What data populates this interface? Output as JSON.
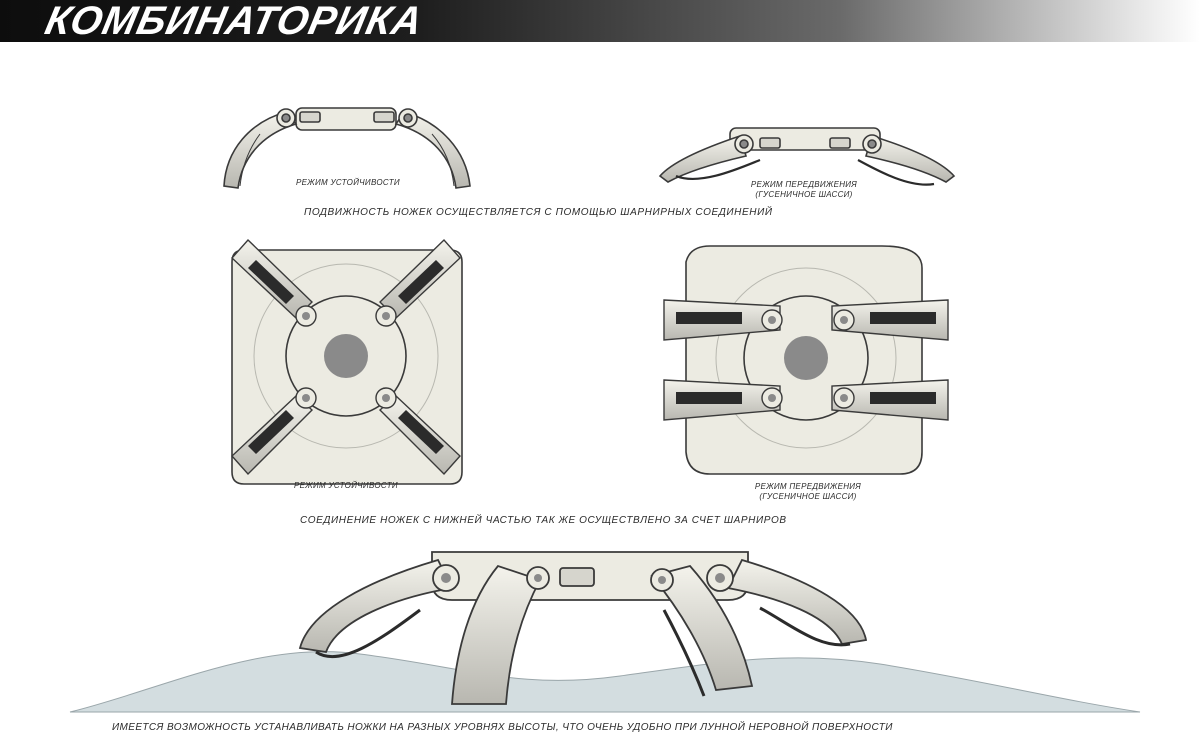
{
  "header": {
    "title": "КОМБИНАТОРИКА"
  },
  "top_row": {
    "left_label": "РЕЖИМ УСТОЙЧИВОСТИ",
    "right_label_line1": "РЕЖИМ ПЕРЕДВИЖЕНИЯ",
    "right_label_line2": "(ГУСЕНИЧНОЕ ШАССИ)",
    "caption": "ПОДВИЖНОСТЬ НОЖЕК  ОСУЩЕСТВЛЯЕТСЯ  С ПОМОЩЬЮ ШАРНИРНЫХ СОЕДИНЕНИЙ"
  },
  "middle_row": {
    "left_label": "РЕЖИМ УСТОЙЧИВОСТИ",
    "right_label_line1": "РЕЖИМ ПЕРЕДВИЖЕНИЯ",
    "right_label_line2": "(ГУСЕНИЧНОЕ ШАССИ)",
    "caption": "СОЕДИНЕНИЕ НОЖЕК С НИЖНЕЙ ЧАСТЬЮ ТАК ЖЕ ОСУЩЕСТВЛЕНО ЗА СЧЕТ ШАРНИРОВ"
  },
  "bottom_row": {
    "caption": "ИМЕЕТСЯ ВОЗМОЖНОСТЬ УСТАНАВЛИВАТЬ НОЖКИ НА РАЗНЫХ УРОВНЯХ ВЫСОТЫ, ЧТО ОЧЕНЬ УДОБНО ПРИ ЛУННОЙ НЕРОВНОЙ ПОВЕРХНОСТИ"
  },
  "colors": {
    "body_fill": "#ecebe2",
    "outline": "#3a3a3a",
    "track": "#2b2b2b",
    "hub": "#8a8a8a",
    "terrain": "#d3dde0"
  }
}
